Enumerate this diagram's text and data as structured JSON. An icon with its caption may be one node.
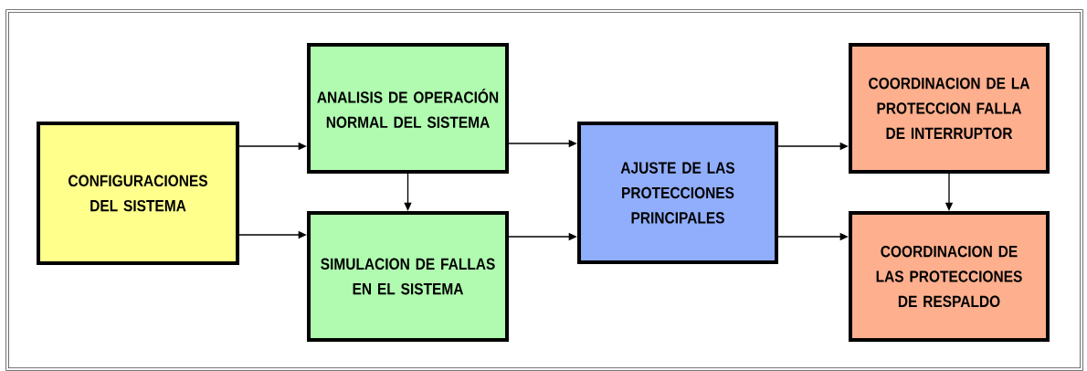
{
  "diagram": {
    "nodes": [
      {
        "text": [
          "CONFIGURACIONES DEL SISTEMA"
        ]
      },
      {
        "text": [
          "ANALISIS DE OPERACIÓN NORMAL DEL SISTEMA"
        ]
      },
      {
        "text": [
          "SIMULACION DE FALLAS EN EL SISTEMA"
        ]
      },
      {
        "text": [
          "AJUSTE DE LAS PROTECCIONES PRINCIPALES"
        ]
      },
      {
        "text": [
          "COORDINACION DE LA PROTECCION FALLA DE INTERRUPTOR"
        ]
      },
      {
        "text": [
          "COORDINACION DE LAS PROTECCIONES DE RESPALDO"
        ]
      }
    ],
    "edges": [
      {
        "from": 0,
        "to": 1,
        "arrow": "to"
      },
      {
        "from": 0,
        "to": 2,
        "arrow": "to"
      },
      {
        "from": 1,
        "to": 2,
        "arrow": "to"
      },
      {
        "from": 1,
        "to": 3,
        "arrow": "to"
      },
      {
        "from": 2,
        "to": 3,
        "arrow": "to"
      },
      {
        "from": 3,
        "to": 4,
        "arrow": "to"
      },
      {
        "from": 3,
        "to": 5,
        "arrow": "to"
      },
      {
        "from": 4,
        "to": 5,
        "arrow": "to"
      }
    ]
  }
}
